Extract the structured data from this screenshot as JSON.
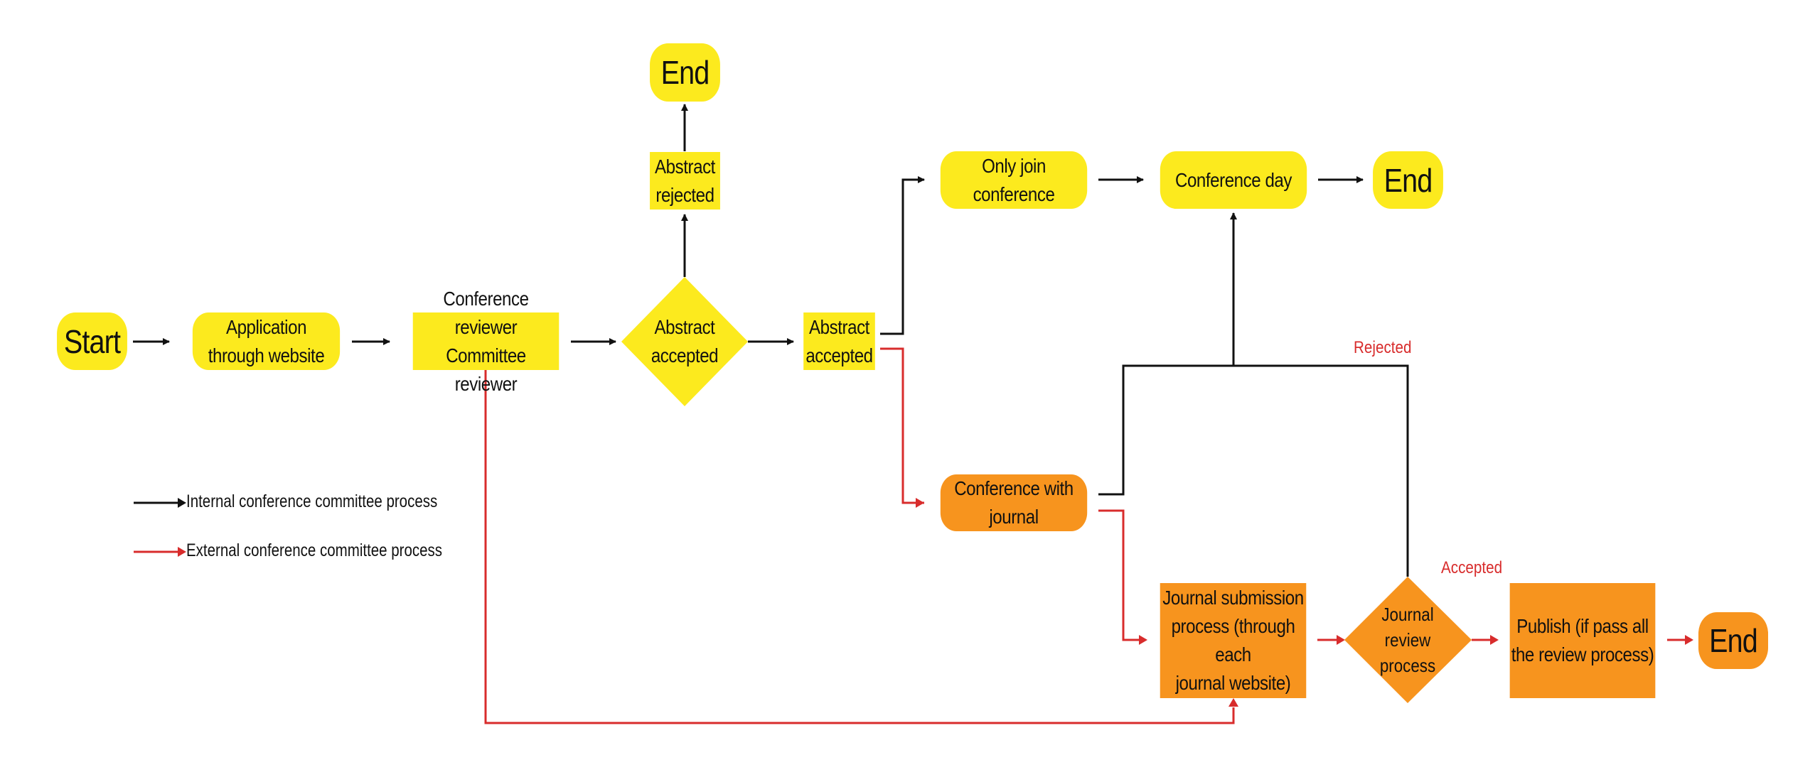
{
  "nodes": {
    "start": "Start",
    "application": "Application through website",
    "reviewer": [
      "Conference reviewer",
      "Committee reviewer"
    ],
    "decision_accepted": [
      "Abstract",
      "accepted"
    ],
    "abstract_rejected": [
      "Abstract",
      "rejected"
    ],
    "end_top": "End",
    "abstract_accepted": [
      "Abstract",
      "accepted"
    ],
    "only_join": "Only join conference",
    "conference_day": "Conference day",
    "end_right_top": "End",
    "conf_with_journal": "Conference with journal",
    "journal_submission": [
      "Journal submission",
      "process (through each",
      "journal website)"
    ],
    "journal_review": [
      "Journal",
      "review",
      "process"
    ],
    "publish": [
      "Publish (if pass all",
      "the review process)"
    ],
    "end_right_bottom": "End"
  },
  "edge_labels": {
    "rejected": "Rejected",
    "accepted": "Accepted"
  },
  "legend": {
    "internal": "Internal conference committee process",
    "external": "External conference committee process"
  },
  "colors": {
    "yellow_node": "#fcea1e",
    "orange_node": "#f7941e",
    "internal_arrow": "#111111",
    "external_arrow": "#d82c2c"
  }
}
